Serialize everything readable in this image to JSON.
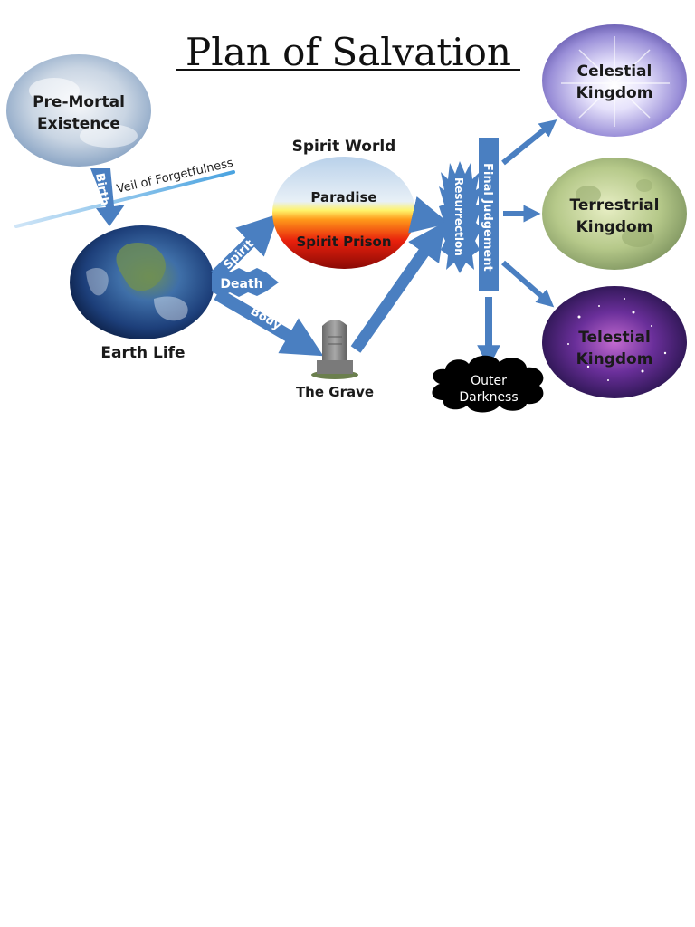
{
  "title": "Plan of Salvation",
  "nodes": {
    "pre_mortal": {
      "line1": "Pre-Mortal",
      "line2": "Existence"
    },
    "earth_life": "Earth Life",
    "spirit_world": "Spirit World",
    "paradise": "Paradise",
    "spirit_prison": "Spirit Prison",
    "grave": "The Grave",
    "celestial": {
      "line1": "Celestial",
      "line2": "Kingdom"
    },
    "terrestrial": {
      "line1": "Terrestrial",
      "line2": "Kingdom"
    },
    "telestial": {
      "line1": "Telestial",
      "line2": "Kingdom"
    },
    "outer_darkness": {
      "line1": "Outer",
      "line2": "Darkness"
    }
  },
  "labels": {
    "veil": "Veil of Forgetfulness",
    "birth": "Birth",
    "spirit": "Spirit",
    "death": "Death",
    "body": "Body",
    "resurrection": "Resurrection",
    "final_judgement": "Final Judgement"
  },
  "colors": {
    "arrow": "#4a7fc1",
    "title": "#111111"
  }
}
